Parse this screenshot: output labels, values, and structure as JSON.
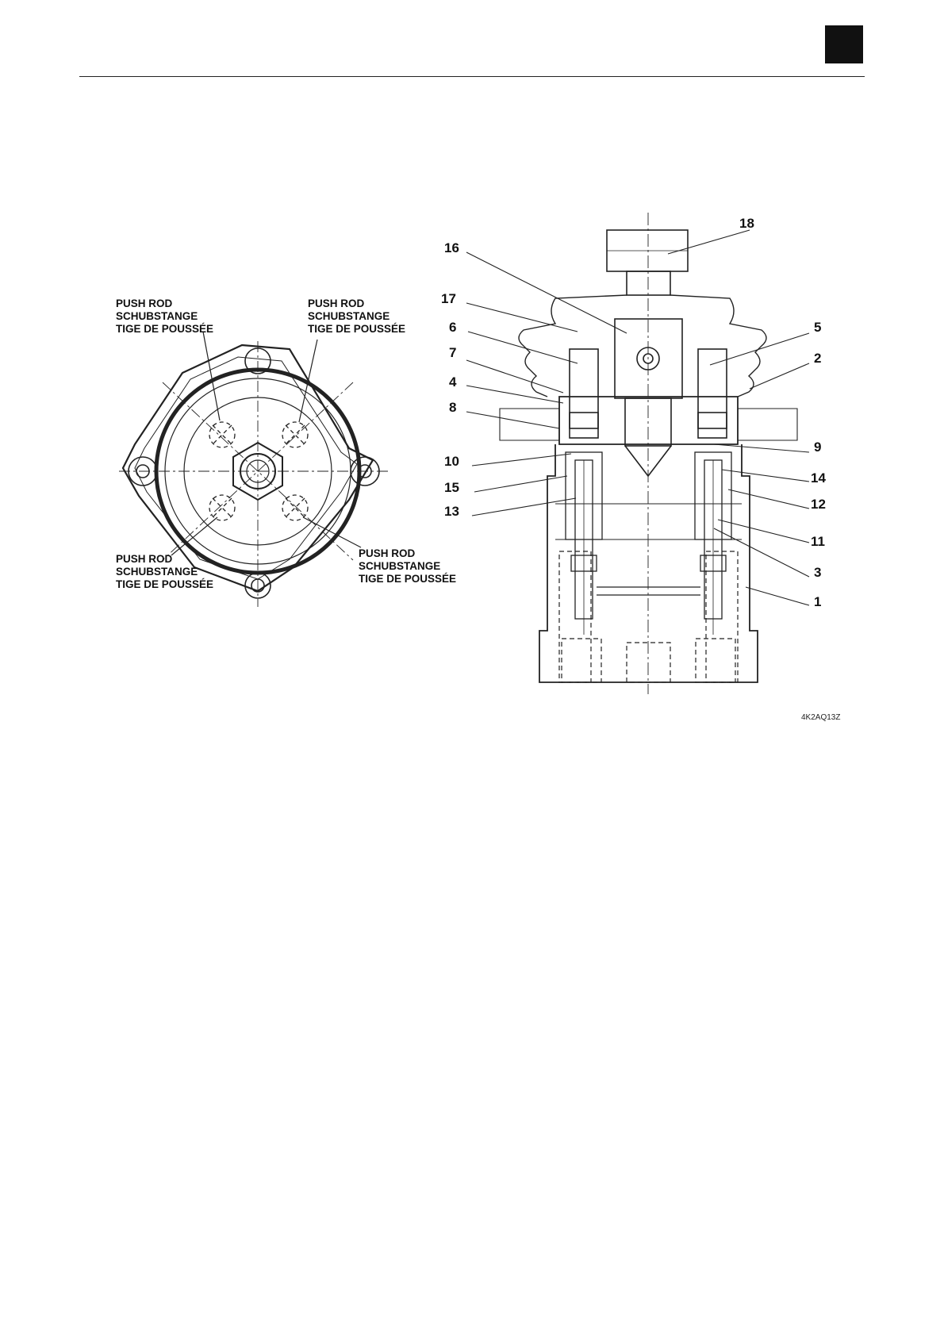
{
  "header": {
    "accent_color": "#111111"
  },
  "top_view": {
    "labels": [
      {
        "id": "tl",
        "lines": [
          "PUSH ROD",
          "SCHUBSTANGE",
          "TIGE DE POUSSÉE"
        ]
      },
      {
        "id": "tr",
        "lines": [
          "PUSH ROD",
          "SCHUBSTANGE",
          "TIGE DE POUSSÉE"
        ]
      },
      {
        "id": "bl",
        "lines": [
          "PUSH ROD",
          "SCHUBSTANGE",
          "TIGE DE POUSSÉE"
        ]
      },
      {
        "id": "br",
        "lines": [
          "PUSH ROD",
          "SCHUBSTANGE",
          "TIGE DE POUSSÉE"
        ]
      }
    ]
  },
  "section_view": {
    "part_numbers": [
      "18",
      "16",
      "17",
      "6",
      "7",
      "4",
      "8",
      "10",
      "15",
      "13",
      "5",
      "2",
      "9",
      "14",
      "12",
      "11",
      "3",
      "1"
    ]
  },
  "figure_code": "4K2AQ13Z"
}
